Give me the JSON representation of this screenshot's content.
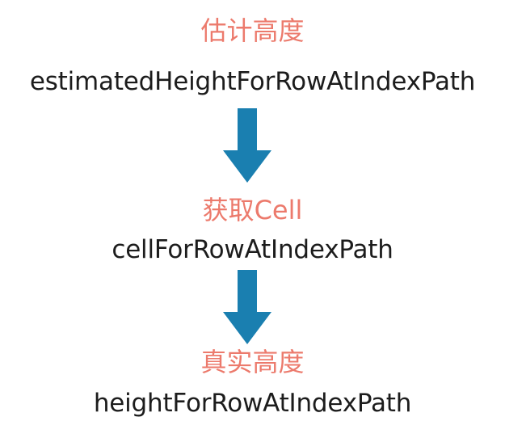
{
  "steps": [
    {
      "title": "估计高度",
      "method": "estimatedHeightForRowAtIndexPath"
    },
    {
      "title": "获取Cell",
      "method": "cellForRowAtIndexPath"
    },
    {
      "title": "真实高度",
      "method": "heightForRowAtIndexPath"
    }
  ],
  "colors": {
    "title": "#ec7a6c",
    "method": "#1c1c1c",
    "arrow": "#1a7fb0"
  },
  "icons": {
    "arrow": "arrow-down-icon"
  }
}
